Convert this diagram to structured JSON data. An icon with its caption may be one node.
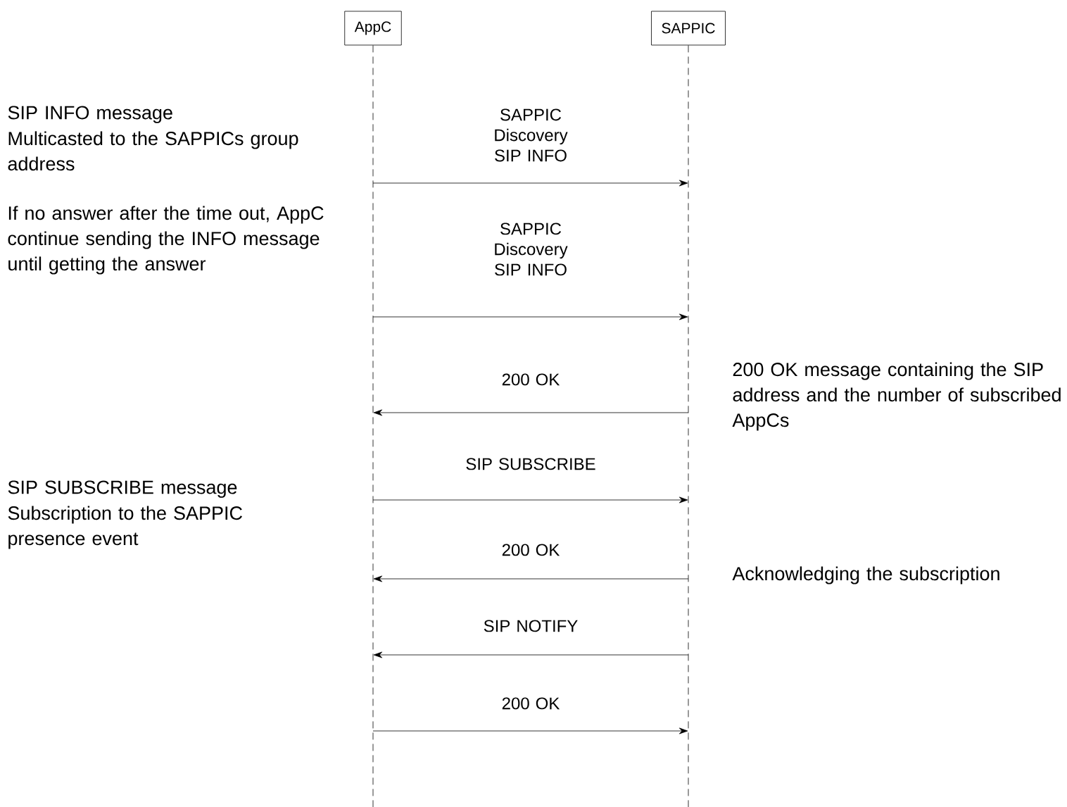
{
  "diagram": {
    "nodes": [
      {
        "text": [
          "AppC"
        ]
      },
      {
        "text": [
          "SAPPIC"
        ]
      }
    ],
    "edges": [
      {
        "from": 0,
        "to": 1,
        "arrow": "to",
        "label": "SAPPIC Discovery SIP INFO"
      },
      {
        "from": 0,
        "to": 1,
        "arrow": "to",
        "label": "SAPPIC Discovery SIP INFO"
      },
      {
        "from": 1,
        "to": 0,
        "arrow": "to",
        "label": "200 OK"
      },
      {
        "from": 0,
        "to": 1,
        "arrow": "to",
        "label": "SIP SUBSCRIBE"
      },
      {
        "from": 1,
        "to": 0,
        "arrow": "to",
        "label": "200 OK"
      },
      {
        "from": 1,
        "to": 0,
        "arrow": "to",
        "label": "SIP NOTIFY"
      },
      {
        "from": 0,
        "to": 1,
        "arrow": "to",
        "label": "200 OK"
      }
    ],
    "labels": [
      "SIP INFO message",
      "Multicasted to the SAPPICs group address",
      "If no answer after the time out, AppC continue sending the INFO message until getting the answer",
      "200 OK message containing the SIP address and the number of subscribed AppCs",
      "SIP SUBSCRIBE message",
      "Subscription to the SAPPIC presence event",
      "Acknowledging the subscription"
    ]
  }
}
